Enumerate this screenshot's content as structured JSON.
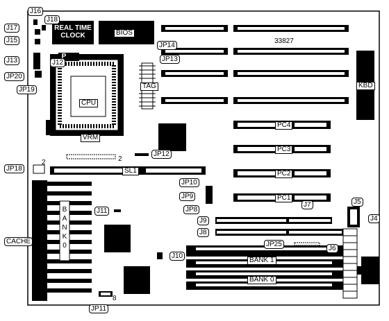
{
  "board_number": "33827",
  "chips": {
    "rtc_line1": "REAL TIME",
    "rtc_line2": "CLOCK",
    "bios": "BIOS",
    "cpu": "CPU",
    "kbd": "KBD",
    "cpu_pin_marker": "P"
  },
  "slots": {
    "pc4": "PC4",
    "pc3": "PC3",
    "pc2": "PC2",
    "pc1": "PC1",
    "sl1": "SL1",
    "bank1": "BANK 1",
    "bank0": "BANK 0",
    "bank0_vertical": "BANK 0",
    "cache": "CACHE",
    "vrm": "VRM",
    "tag": "TAG"
  },
  "jumpers": {
    "j16": "J16",
    "j18": "J18",
    "j17": "J17",
    "j15": "J15",
    "j13": "J13",
    "j12": "J12",
    "jp20": "JP20",
    "jp19": "JP19",
    "jp14": "JP14",
    "jp13": "JP13",
    "jp12": "JP12",
    "jp18": "JP18",
    "jp10": "JP10",
    "jp9": "JP9",
    "jp8": "JP8",
    "j11": "J11",
    "j9": "J9",
    "j8": "J8",
    "j7": "J7",
    "j5": "J5",
    "j4": "J4",
    "jp25": "JP25",
    "j6": "J6",
    "j10": "J10",
    "jp11": "JP11"
  },
  "pin_numbers": {
    "vrm_pin": "2",
    "jp18_pin": "2",
    "jp11_pin": "8"
  }
}
